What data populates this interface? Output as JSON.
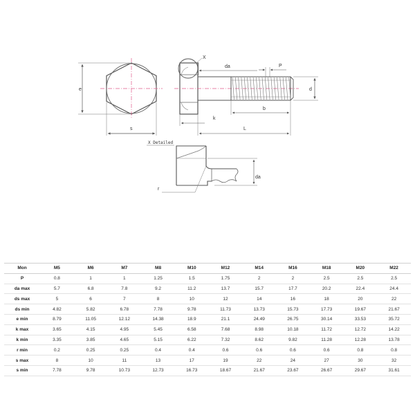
{
  "drawing": {
    "labels": {
      "e": "e",
      "s": "s",
      "x": "X",
      "da": "da",
      "p": "P",
      "d": "d",
      "k": "k",
      "b": "b",
      "l": "L",
      "x_detailed": "X Detailed",
      "da_detail": "da",
      "r": "r"
    },
    "colors": {
      "line": "#555555",
      "center_line": "#e05a8a",
      "thread": "#777777"
    }
  },
  "table": {
    "header": [
      "Mon",
      "M5",
      "M6",
      "M7",
      "M8",
      "M10",
      "M12",
      "M14",
      "M16",
      "M18",
      "M20",
      "M22"
    ],
    "rows": [
      {
        "label": "P",
        "values": [
          "0.8",
          "1",
          "1",
          "1.25",
          "1.5",
          "1.75",
          "2",
          "2",
          "2.5",
          "2.5",
          "2.5"
        ]
      },
      {
        "label": "da max",
        "values": [
          "5.7",
          "6.8",
          "7.8",
          "9.2",
          "11.2",
          "13.7",
          "15.7",
          "17.7",
          "20.2",
          "22.4",
          "24.4"
        ]
      },
      {
        "label": "ds max",
        "values": [
          "5",
          "6",
          "7",
          "8",
          "10",
          "12",
          "14",
          "16",
          "18",
          "20",
          "22"
        ]
      },
      {
        "label": "ds min",
        "values": [
          "4.82",
          "5.82",
          "6.78",
          "7.78",
          "9.78",
          "11.73",
          "13.73",
          "15.73",
          "17.73",
          "19.67",
          "21.67"
        ]
      },
      {
        "label": "e min",
        "values": [
          "8.79",
          "11.05",
          "12.12",
          "14.38",
          "18.9",
          "21.1",
          "24.49",
          "26.75",
          "30.14",
          "33.53",
          "35.72"
        ]
      },
      {
        "label": "k max",
        "values": [
          "3.65",
          "4.15",
          "4.95",
          "5.45",
          "6.58",
          "7.68",
          "8.98",
          "10.18",
          "11.72",
          "12.72",
          "14.22"
        ]
      },
      {
        "label": "k min",
        "values": [
          "3.35",
          "3.85",
          "4.65",
          "5.15",
          "6.22",
          "7.32",
          "8.62",
          "9.82",
          "11.28",
          "12.28",
          "13.78"
        ]
      },
      {
        "label": "r min",
        "values": [
          "0.2",
          "0.25",
          "0.25",
          "0.4",
          "0.4",
          "0.6",
          "0.6",
          "0.6",
          "0.6",
          "0.8",
          "0.8"
        ]
      },
      {
        "label": "s max",
        "values": [
          "8",
          "10",
          "11",
          "13",
          "17",
          "19",
          "22",
          "24",
          "27",
          "30",
          "32"
        ]
      },
      {
        "label": "s min",
        "values": [
          "7.78",
          "9.78",
          "10.73",
          "12.73",
          "16.73",
          "18.67",
          "21.67",
          "23.67",
          "26.67",
          "29.67",
          "31.61"
        ]
      }
    ]
  }
}
